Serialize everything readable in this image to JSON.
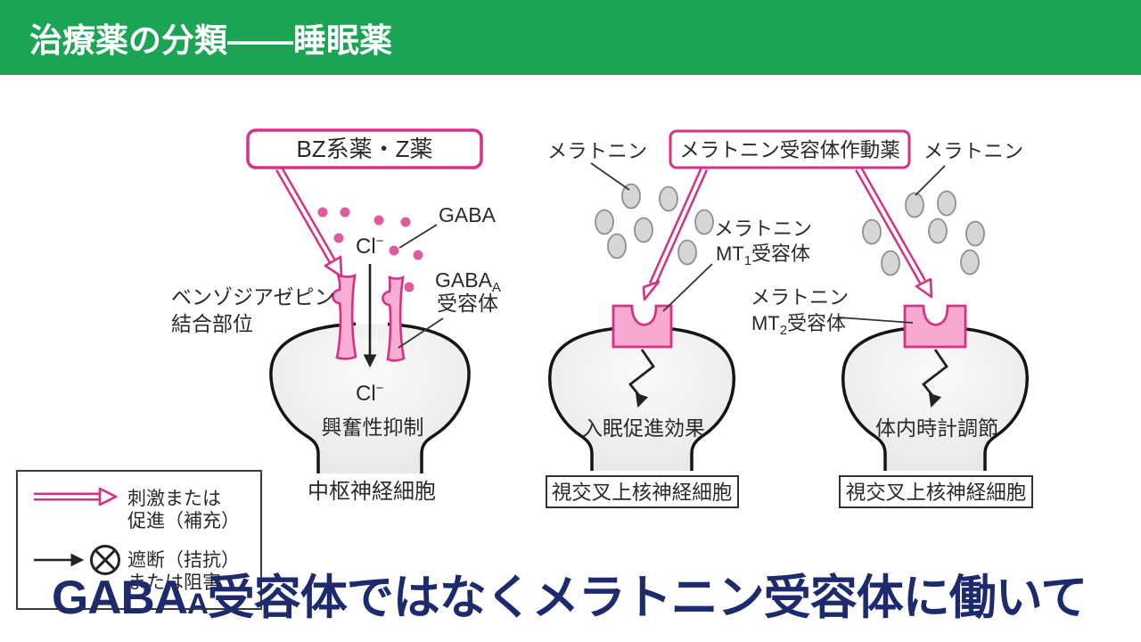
{
  "slide": {
    "title": "治療薬の分類――睡眠薬"
  },
  "colors": {
    "header_green": "#1ba454",
    "title_white": "#ffffff",
    "magenta_accent": "#d63186",
    "receptor_pink_fill": "#f8a9cf",
    "gaba_dot_pink": "#e05a9e",
    "melatonin_grey": "#d6d6d6",
    "caption_navy": "#1d2a6d",
    "cell_grey": "#ececec"
  },
  "left_diagram": {
    "drug_box_label": "BZ系薬・Z薬",
    "cl_symbol": "Cl",
    "cl_minus": "−",
    "gaba_label": "GABA",
    "gabaa_main": "GABA",
    "gabaa_sub": "A",
    "gabaa_line2": "受容体",
    "binding_site_line1": "ベンゾジアゼピン",
    "binding_site_line2": "結合部位",
    "cl_inner_symbol": "Cl",
    "cl_inner_minus": "−",
    "effect_label": "興奮性抑制",
    "cell_label": "中枢神経細胞"
  },
  "melatonin_diagram": {
    "drug_box_label": "メラトニン受容体作動薬",
    "melatonin_left_label": "メラトニン",
    "melatonin_right_label": "メラトニン",
    "mt1_line1": "メラトニン",
    "mt1_prefix": "MT",
    "mt1_sub": "1",
    "mt1_suffix": "受容体",
    "mt2_line1": "メラトニン",
    "mt2_prefix": "MT",
    "mt2_sub": "2",
    "mt2_suffix": "受容体",
    "effect_left": "入眠促進効果",
    "effect_right": "体内時計調節",
    "cell_left_label": "視交叉上核神経細胞",
    "cell_right_label": "視交叉上核神経細胞"
  },
  "legend": {
    "stimulate_line1": "刺激または",
    "stimulate_line2": "促進（補充）",
    "block_line1": "遮断（拮抗）",
    "block_line2": "または阻害"
  },
  "caption": {
    "part1": "GABA",
    "part2_sub": "A",
    "part3": "受容体ではなくメラトニン受容体に働いて"
  }
}
